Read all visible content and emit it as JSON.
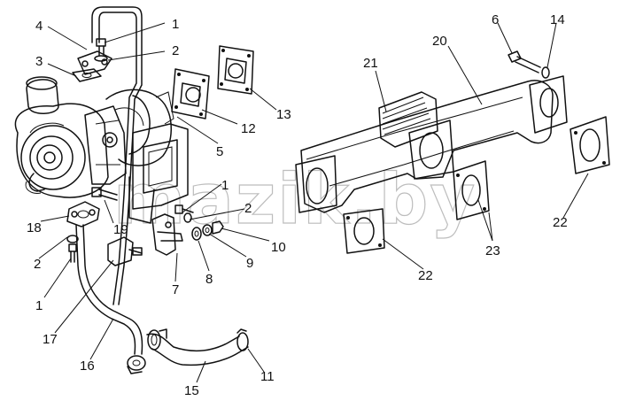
{
  "watermark": "mazik.by",
  "callouts": [
    {
      "id": "c1a",
      "label": "1"
    },
    {
      "id": "c1b",
      "label": "1"
    },
    {
      "id": "c1c",
      "label": "1"
    },
    {
      "id": "c2a",
      "label": "2"
    },
    {
      "id": "c2b",
      "label": "2"
    },
    {
      "id": "c2c",
      "label": "2"
    },
    {
      "id": "c3",
      "label": "3"
    },
    {
      "id": "c4",
      "label": "4"
    },
    {
      "id": "c5",
      "label": "5"
    },
    {
      "id": "c6",
      "label": "6"
    },
    {
      "id": "c7",
      "label": "7"
    },
    {
      "id": "c8",
      "label": "8"
    },
    {
      "id": "c9",
      "label": "9"
    },
    {
      "id": "c10",
      "label": "10"
    },
    {
      "id": "c11",
      "label": "11"
    },
    {
      "id": "c12",
      "label": "12"
    },
    {
      "id": "c13",
      "label": "13"
    },
    {
      "id": "c14",
      "label": "14"
    },
    {
      "id": "c15",
      "label": "15"
    },
    {
      "id": "c16",
      "label": "16"
    },
    {
      "id": "c17",
      "label": "17"
    },
    {
      "id": "c18",
      "label": "18"
    },
    {
      "id": "c19",
      "label": "19"
    },
    {
      "id": "c20",
      "label": "20"
    },
    {
      "id": "c21",
      "label": "21"
    },
    {
      "id": "c22a",
      "label": "22"
    },
    {
      "id": "c22b",
      "label": "22"
    },
    {
      "id": "c23",
      "label": "23"
    }
  ]
}
